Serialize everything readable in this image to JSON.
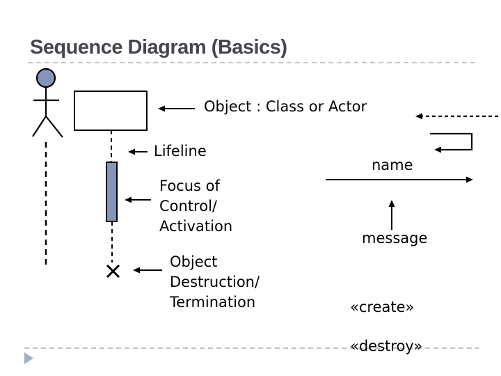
{
  "slide": {
    "title": "Sequence Diagram (Basics)"
  },
  "labels": {
    "object": "Object : Class or Actor",
    "lifeline": "Lifeline",
    "focus": "Focus of\nControl/\nActivation",
    "destruction": "Object\nDestruction/\nTermination",
    "name": "name",
    "message": "message",
    "create": "«create»",
    "destroy": "«destroy»"
  },
  "colors": {
    "title_text": "#45454d",
    "accent_fill": "#8593bd",
    "triangle": "#9db2c7",
    "separator_top": "#b3b3b3",
    "separator_bottom": "#a3adb5",
    "line": "#000000"
  }
}
